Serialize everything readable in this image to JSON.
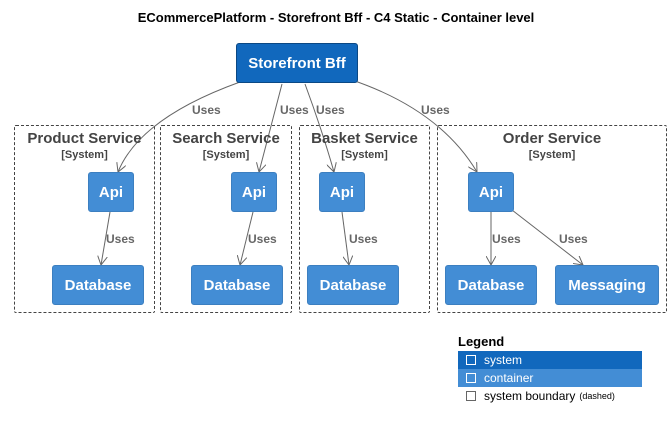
{
  "title": "ECommercePlatform - Storefront Bff - C4 Static - Container level",
  "root": {
    "label": "Storefront Bff"
  },
  "boundaries": [
    {
      "name": "Product Service",
      "type": "[System]",
      "api": "Api",
      "db": "Database",
      "rel": "Uses"
    },
    {
      "name": "Search Service",
      "type": "[System]",
      "api": "Api",
      "db": "Database",
      "rel": "Uses"
    },
    {
      "name": "Basket Service",
      "type": "[System]",
      "api": "Api",
      "db": "Database",
      "rel": "Uses"
    },
    {
      "name": "Order Service",
      "type": "[System]",
      "api": "Api",
      "db": "Database",
      "messaging": "Messaging",
      "rel_db": "Uses",
      "rel_msg": "Uses"
    }
  ],
  "root_edges": [
    "Uses",
    "Uses",
    "Uses",
    "Uses"
  ],
  "legend": {
    "title": "Legend",
    "system": "system",
    "container": "container",
    "boundary": "system boundary",
    "boundary_note": "(dashed)"
  },
  "colors": {
    "system": "#1168bd",
    "container": "#438dd5",
    "boundary": "#444444",
    "edge": "#666666"
  }
}
